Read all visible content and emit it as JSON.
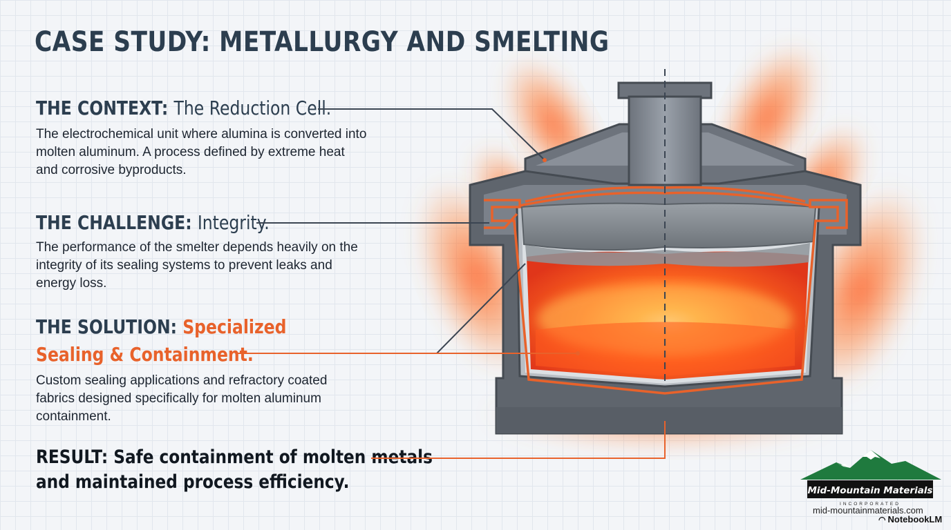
{
  "title": "CASE STUDY: METALLURGY AND SMELTING",
  "context": {
    "label": "THE CONTEXT:",
    "heading": "The Reduction Cell.",
    "body": "The electrochemical unit where alumina is converted into molten aluminum. A process defined by extreme heat and corrosive byproducts."
  },
  "challenge": {
    "label": "THE CHALLENGE:",
    "heading": "Integrity.",
    "body": "The performance of the smelter depends heavily on the integrity of its sealing systems to prevent leaks and energy loss."
  },
  "solution": {
    "label": "THE SOLUTION:",
    "heading_line1": "Specialized",
    "heading_line2": "Sealing & Containment.",
    "body": "Custom sealing applications and refractory coated fabrics designed specifically for molten aluminum containment."
  },
  "result": {
    "label": "RESULT:",
    "line1": "Safe containment of molten metals",
    "line2": "and maintained process efficiency."
  },
  "logo": {
    "name": "Mid-Mountain Materials",
    "subtitle": "INCORPORATED",
    "url": "mid-mountainmaterials.com",
    "icon": "mountain-icon"
  },
  "watermark": {
    "text": "NotebookLM",
    "icon": "notebooklm-icon"
  },
  "colors": {
    "accent": "#e8622b",
    "heading": "#2c3e4f",
    "steel": "#6d737c",
    "molten": "#ff6a1f"
  }
}
